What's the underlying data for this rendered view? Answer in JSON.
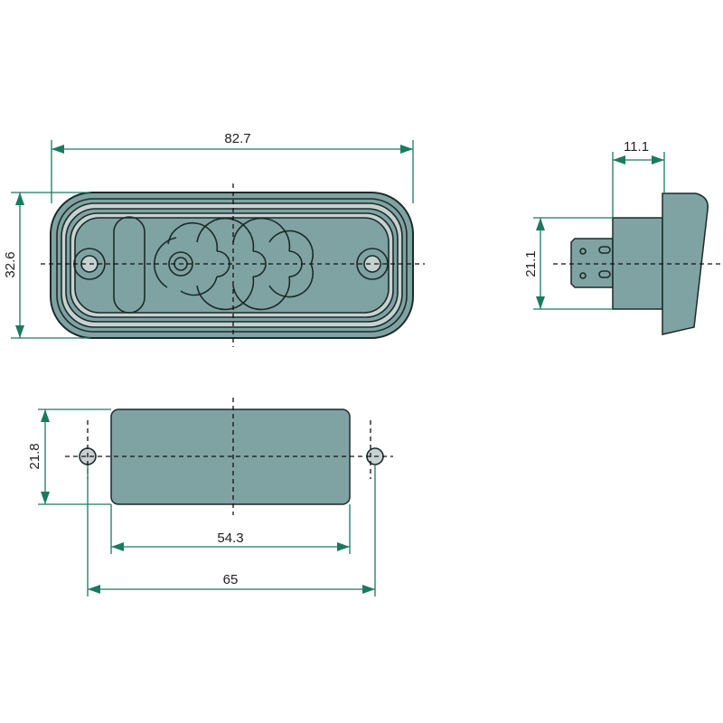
{
  "drawing": {
    "title": "Lamp dimension drawing",
    "colors": {
      "body": "#7fa3a2",
      "band": "#c5d2d1",
      "dimension": "#1a7a60"
    },
    "dimensions": {
      "overall_length": "82.7",
      "overall_height": "32.6",
      "side_depth": "11.1",
      "side_height": "21.1",
      "back_height": "21.8",
      "back_width": "54.3",
      "hole_spacing": "65"
    }
  }
}
